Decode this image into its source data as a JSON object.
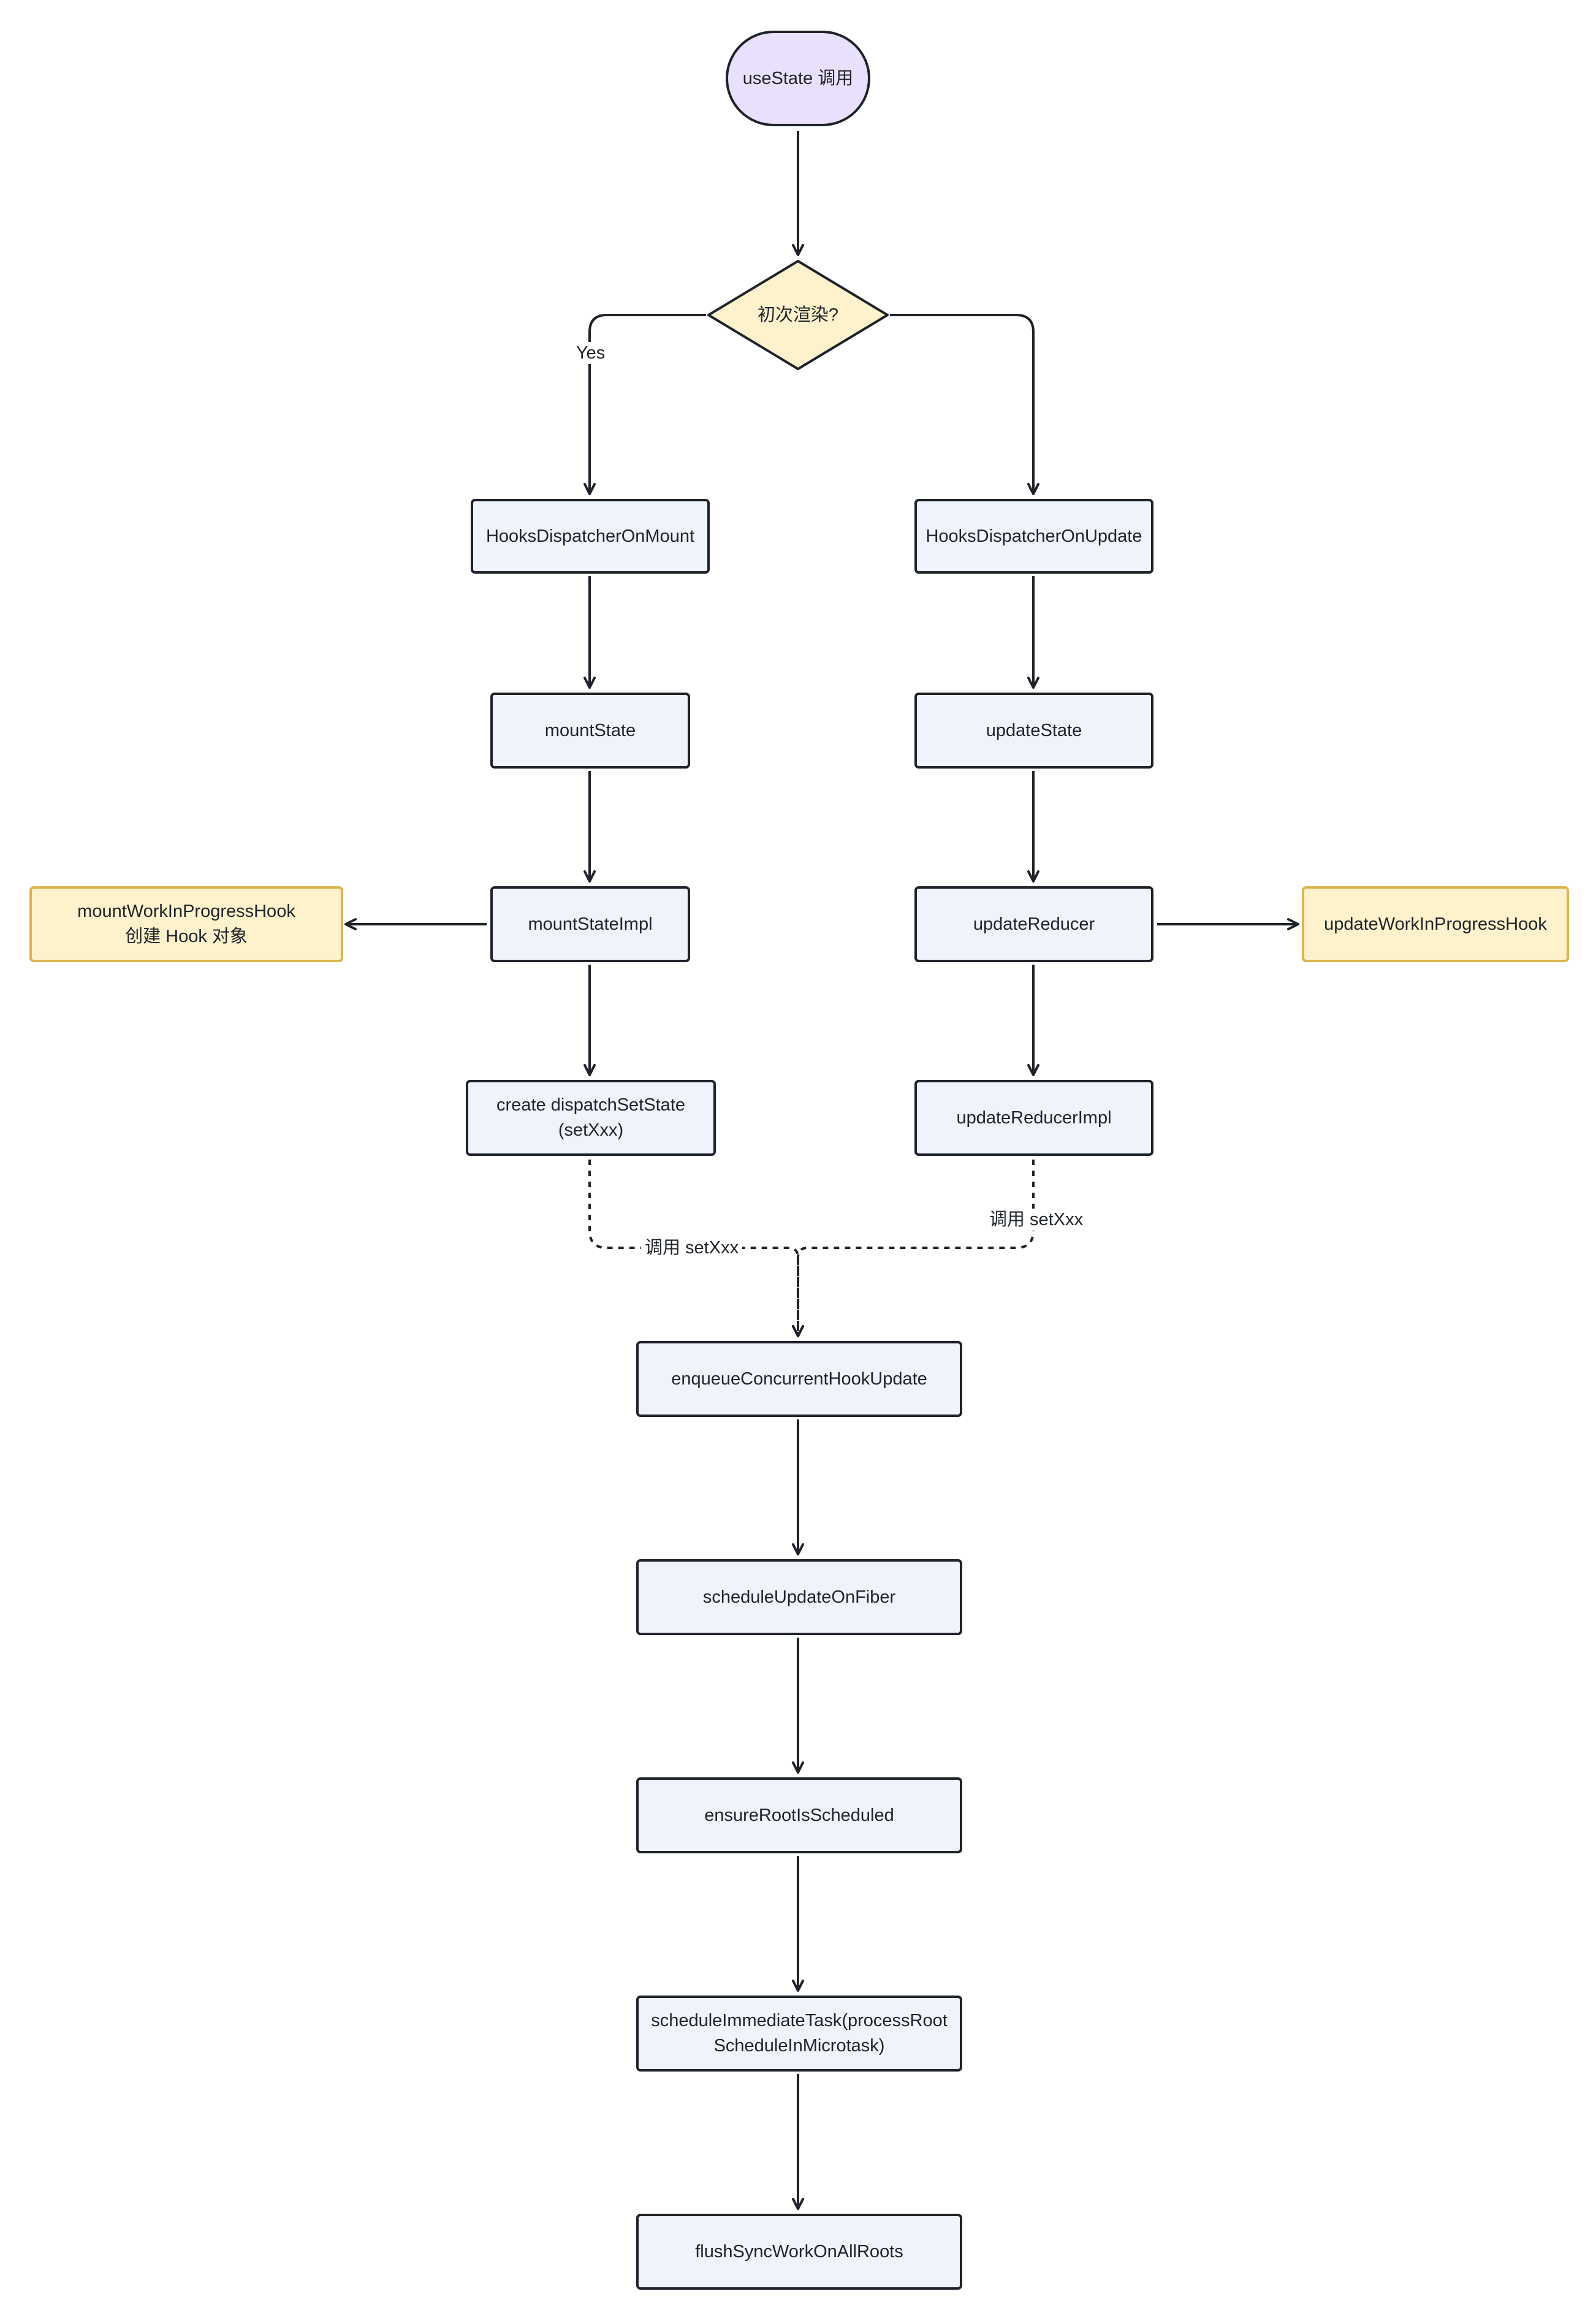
{
  "nodes": {
    "start": "useState 调用",
    "decision": "初次渲染?",
    "mount_dispatcher": "HooksDispatcherOnMount",
    "update_dispatcher": "HooksDispatcherOnUpdate",
    "mount_state": "mountState",
    "update_state": "updateState",
    "mount_state_impl": "mountStateImpl",
    "update_reducer": "updateReducer",
    "mount_wip_hook": "mountWorkInProgressHook\n创建 Hook 对象",
    "update_wip_hook": "updateWorkInProgressHook",
    "create_dispatch": "create dispatchSetState\n(setXxx)",
    "update_reducer_impl": "updateReducerImpl",
    "enqueue": "enqueueConcurrentHookUpdate",
    "schedule_fiber": "scheduleUpdateOnFiber",
    "ensure_root": "ensureRootIsScheduled",
    "schedule_immediate": "scheduleImmediateTask(processRoot\nScheduleInMicrotask)",
    "flush_sync": "flushSyncWorkOnAllRoots"
  },
  "edge_labels": {
    "yes": "Yes",
    "call_left": "调用 setXxx",
    "call_right": "调用 setXxx"
  },
  "colors": {
    "process_fill": "#eff3fc",
    "note_fill": "#fef2cd",
    "note_border": "#dcb54e",
    "start_fill": "#e8e0fc",
    "decision_fill": "#fef2cd",
    "line": "#1f2329"
  }
}
